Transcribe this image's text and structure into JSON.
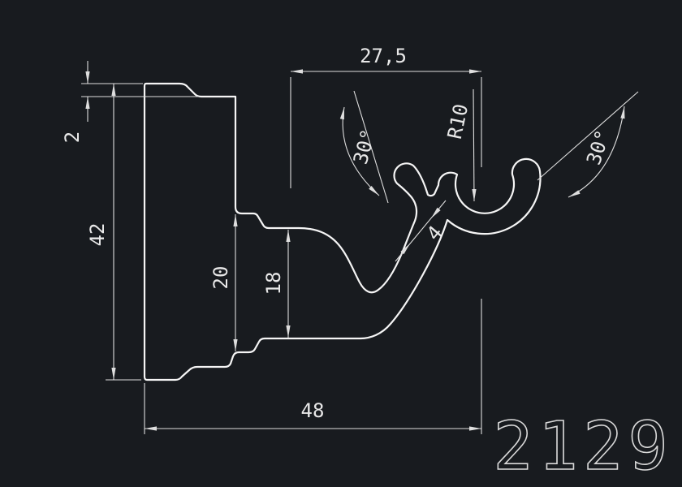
{
  "drawing": {
    "part_number": "2129",
    "dimensions": {
      "top_width": "27,5",
      "radius": "R10",
      "angle_left": "30°",
      "angle_right": "30°",
      "step": "2",
      "height": "42",
      "notch_20": "20",
      "notch_18": "18",
      "thickness": "4",
      "total_width": "48"
    },
    "colors": {
      "background": "#181b1f",
      "profile_line": "#f5f5f5",
      "dimension_line": "#dedede"
    }
  }
}
